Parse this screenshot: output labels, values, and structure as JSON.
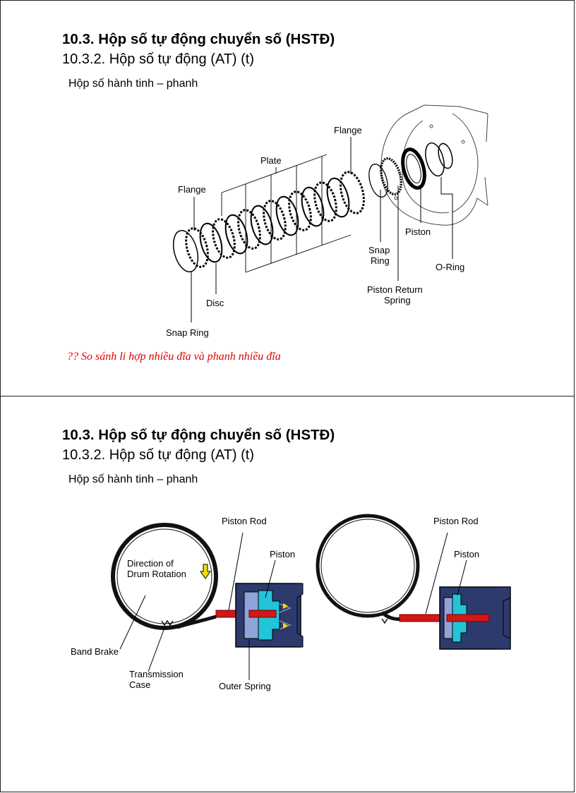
{
  "slides": [
    {
      "title": "10.3. Hộp số tự động chuyển số (HSTĐ)",
      "subtitle": "10.3.2. Hộp số tự động (AT) (t)",
      "heading": "Hộp số hành tinh – phanh",
      "labels": {
        "flange_right": "Flange",
        "plate": "Plate",
        "flange_left": "Flange",
        "piston": "Piston",
        "snap_ring_1": "Snap",
        "snap_ring_2": "Ring",
        "o_ring": "O-Ring",
        "piston_return_1": "Piston Return",
        "piston_return_2": "Spring",
        "disc": "Disc",
        "snap_ring_bottom": "Snap Ring"
      },
      "note": "?? So sánh li hợp nhiều đĩa và phanh nhiều đĩa"
    },
    {
      "title": "10.3. Hộp số tự động chuyển số (HSTĐ)",
      "subtitle": "10.3.2. Hộp số tự động (AT) (t)",
      "heading": "Hộp số hành tinh – phanh",
      "labels": {
        "piston_rod_left": "Piston Rod",
        "piston_left": "Piston",
        "direction_1": "Direction of",
        "direction_2": "Drum Rotation",
        "band_brake": "Band Brake",
        "transmission_1": "Transmission",
        "transmission_2": "Case",
        "outer_spring": "Outer Spring",
        "piston_rod_right": "Piston Rod",
        "piston_right": "Piston"
      }
    }
  ],
  "colors": {
    "note_red": "#e00000",
    "rod_red": "#d01818",
    "piston_cyan": "#22c4d8",
    "cylinder_blue": "#2c3a6e",
    "arrow_yellow": "#f4e000"
  }
}
